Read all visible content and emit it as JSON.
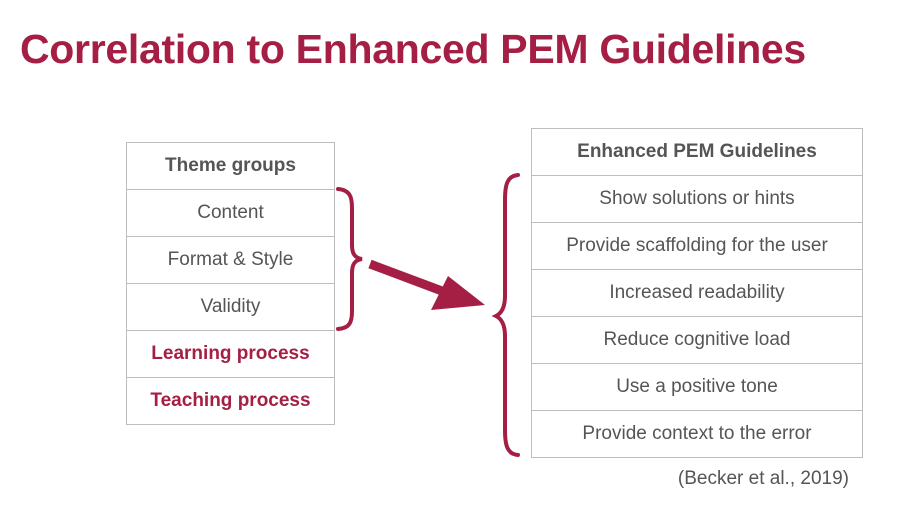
{
  "title": "Correlation to Enhanced PEM Guidelines",
  "theme_table": {
    "header": "Theme groups",
    "rows": [
      "Content",
      "Format & Style",
      "Validity"
    ],
    "highlighted_rows": [
      "Learning process",
      "Teaching process"
    ]
  },
  "guidelines_table": {
    "header": "Enhanced PEM Guidelines",
    "rows": [
      "Show solutions or hints",
      "Provide scaffolding for the user",
      "Increased readability",
      "Reduce cognitive load",
      "Use a positive tone",
      "Provide context to the error"
    ]
  },
  "citation": "(Becker et al., 2019)",
  "colors": {
    "accent": "#a51f45",
    "text": "#555555",
    "border": "#bdbdbd"
  }
}
